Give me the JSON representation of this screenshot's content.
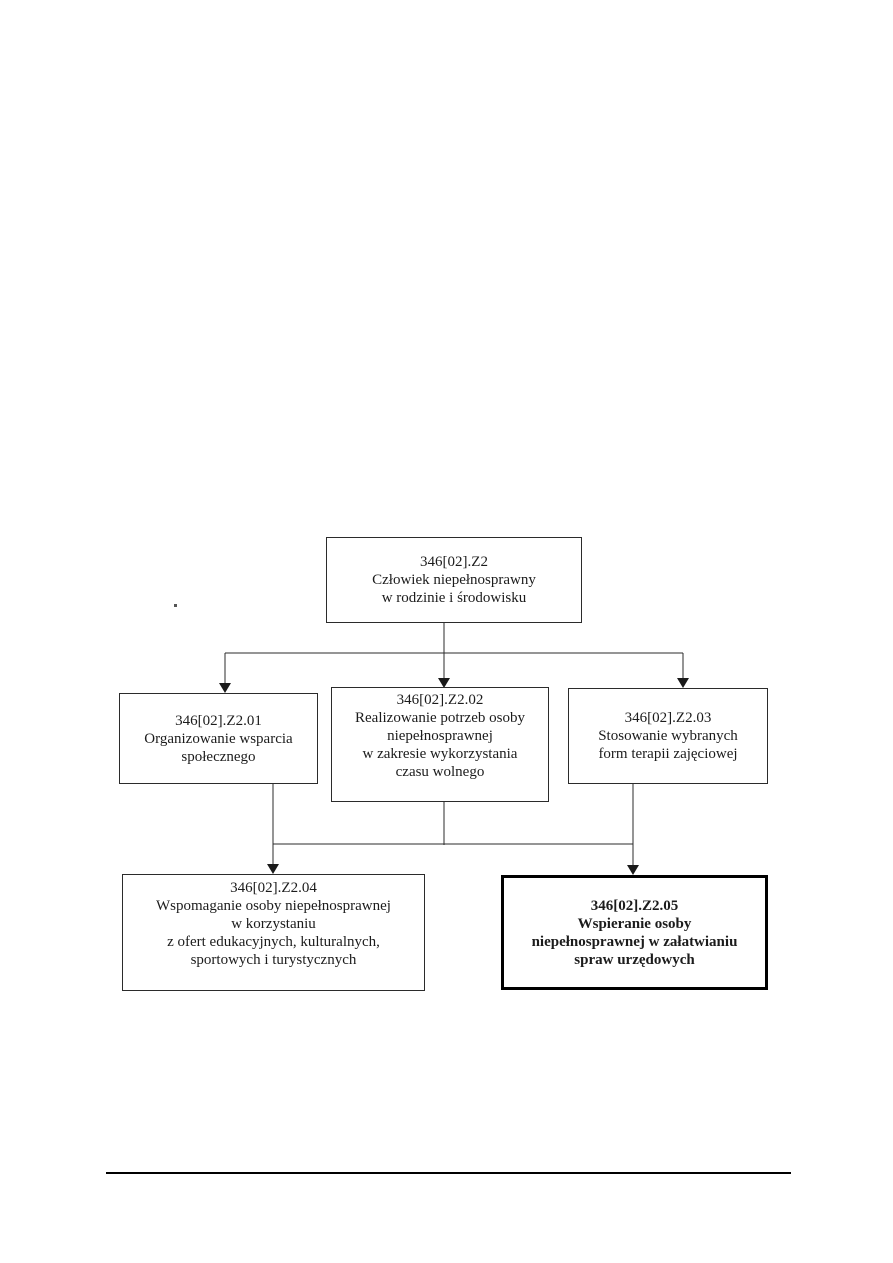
{
  "page": {
    "background": "#ffffff",
    "line_color": "#2b2b2b",
    "stray_mark": "."
  },
  "diagram": {
    "type": "flowchart",
    "nodes": [
      {
        "code": "346[02].Z2",
        "label": "Człowiek niepełnosprawny\nw rodzinie i środowisku"
      },
      {
        "code": "346[02].Z2.01",
        "label": "Organizowanie wsparcia\nspołecznego"
      },
      {
        "code": "346[02].Z2.02",
        "label": "Realizowanie potrzeb osoby\nniepełnosprawnej\nw zakresie wykorzystania\nczasu wolnego"
      },
      {
        "code": "346[02].Z2.03",
        "label": "Stosowanie wybranych\nform terapii zajęciowej"
      },
      {
        "code": "346[02].Z2.04",
        "label": "Wspomaganie osoby niepełnosprawnej\nw korzystaniu\nz ofert edukacyjnych, kulturalnych,\nsportowych i turystycznych"
      },
      {
        "code": "346[02].Z2.05",
        "label": "Wspieranie osoby\nniepełnosprawnej w załatwianiu\nspraw urzędowych"
      }
    ]
  }
}
